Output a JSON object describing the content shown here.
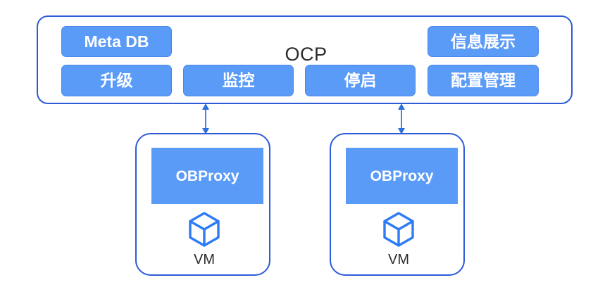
{
  "diagram": {
    "ocp": {
      "title": "OCP",
      "buttons_row1": [
        {
          "label": "Meta DB",
          "name": "meta-db"
        },
        {
          "label": "信息展示",
          "name": "info-display"
        }
      ],
      "buttons_row2": [
        {
          "label": "升级",
          "name": "upgrade"
        },
        {
          "label": "监控",
          "name": "monitor"
        },
        {
          "label": "停启",
          "name": "stop-start"
        },
        {
          "label": "配置管理",
          "name": "config-management"
        }
      ]
    },
    "connectors": [
      {
        "name": "ocp-to-vm-left",
        "icon": "double-arrow-vertical-icon"
      },
      {
        "name": "ocp-to-vm-right",
        "icon": "double-arrow-vertical-icon"
      }
    ],
    "vms": [
      {
        "name": "vm-left",
        "component_label": "OBProxy",
        "icon": "cube-icon",
        "label": "VM"
      },
      {
        "name": "vm-right",
        "component_label": "OBProxy",
        "icon": "cube-icon",
        "label": "VM"
      }
    ]
  },
  "colors": {
    "border_blue": "#2E5BD8",
    "fill_blue": "#5B9BF8",
    "button_border": "#4A86E8",
    "text_dark": "#2B2B2B",
    "text_light": "#FFFFFF",
    "background": "#FFFFFF"
  }
}
